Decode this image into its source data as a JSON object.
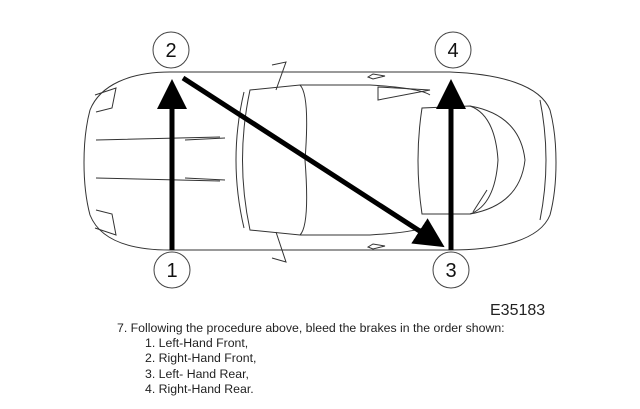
{
  "figure": {
    "id": "E35183",
    "wheel_labels": [
      "1",
      "2",
      "3",
      "4"
    ]
  },
  "instruction": {
    "step": "7. Following the procedure above, bleed the brakes in the order shown:",
    "items": [
      "1. Left-Hand Front,",
      "2. Right-Hand Front,",
      "3. Left- Hand Rear,",
      "4. Right-Hand Rear."
    ]
  }
}
